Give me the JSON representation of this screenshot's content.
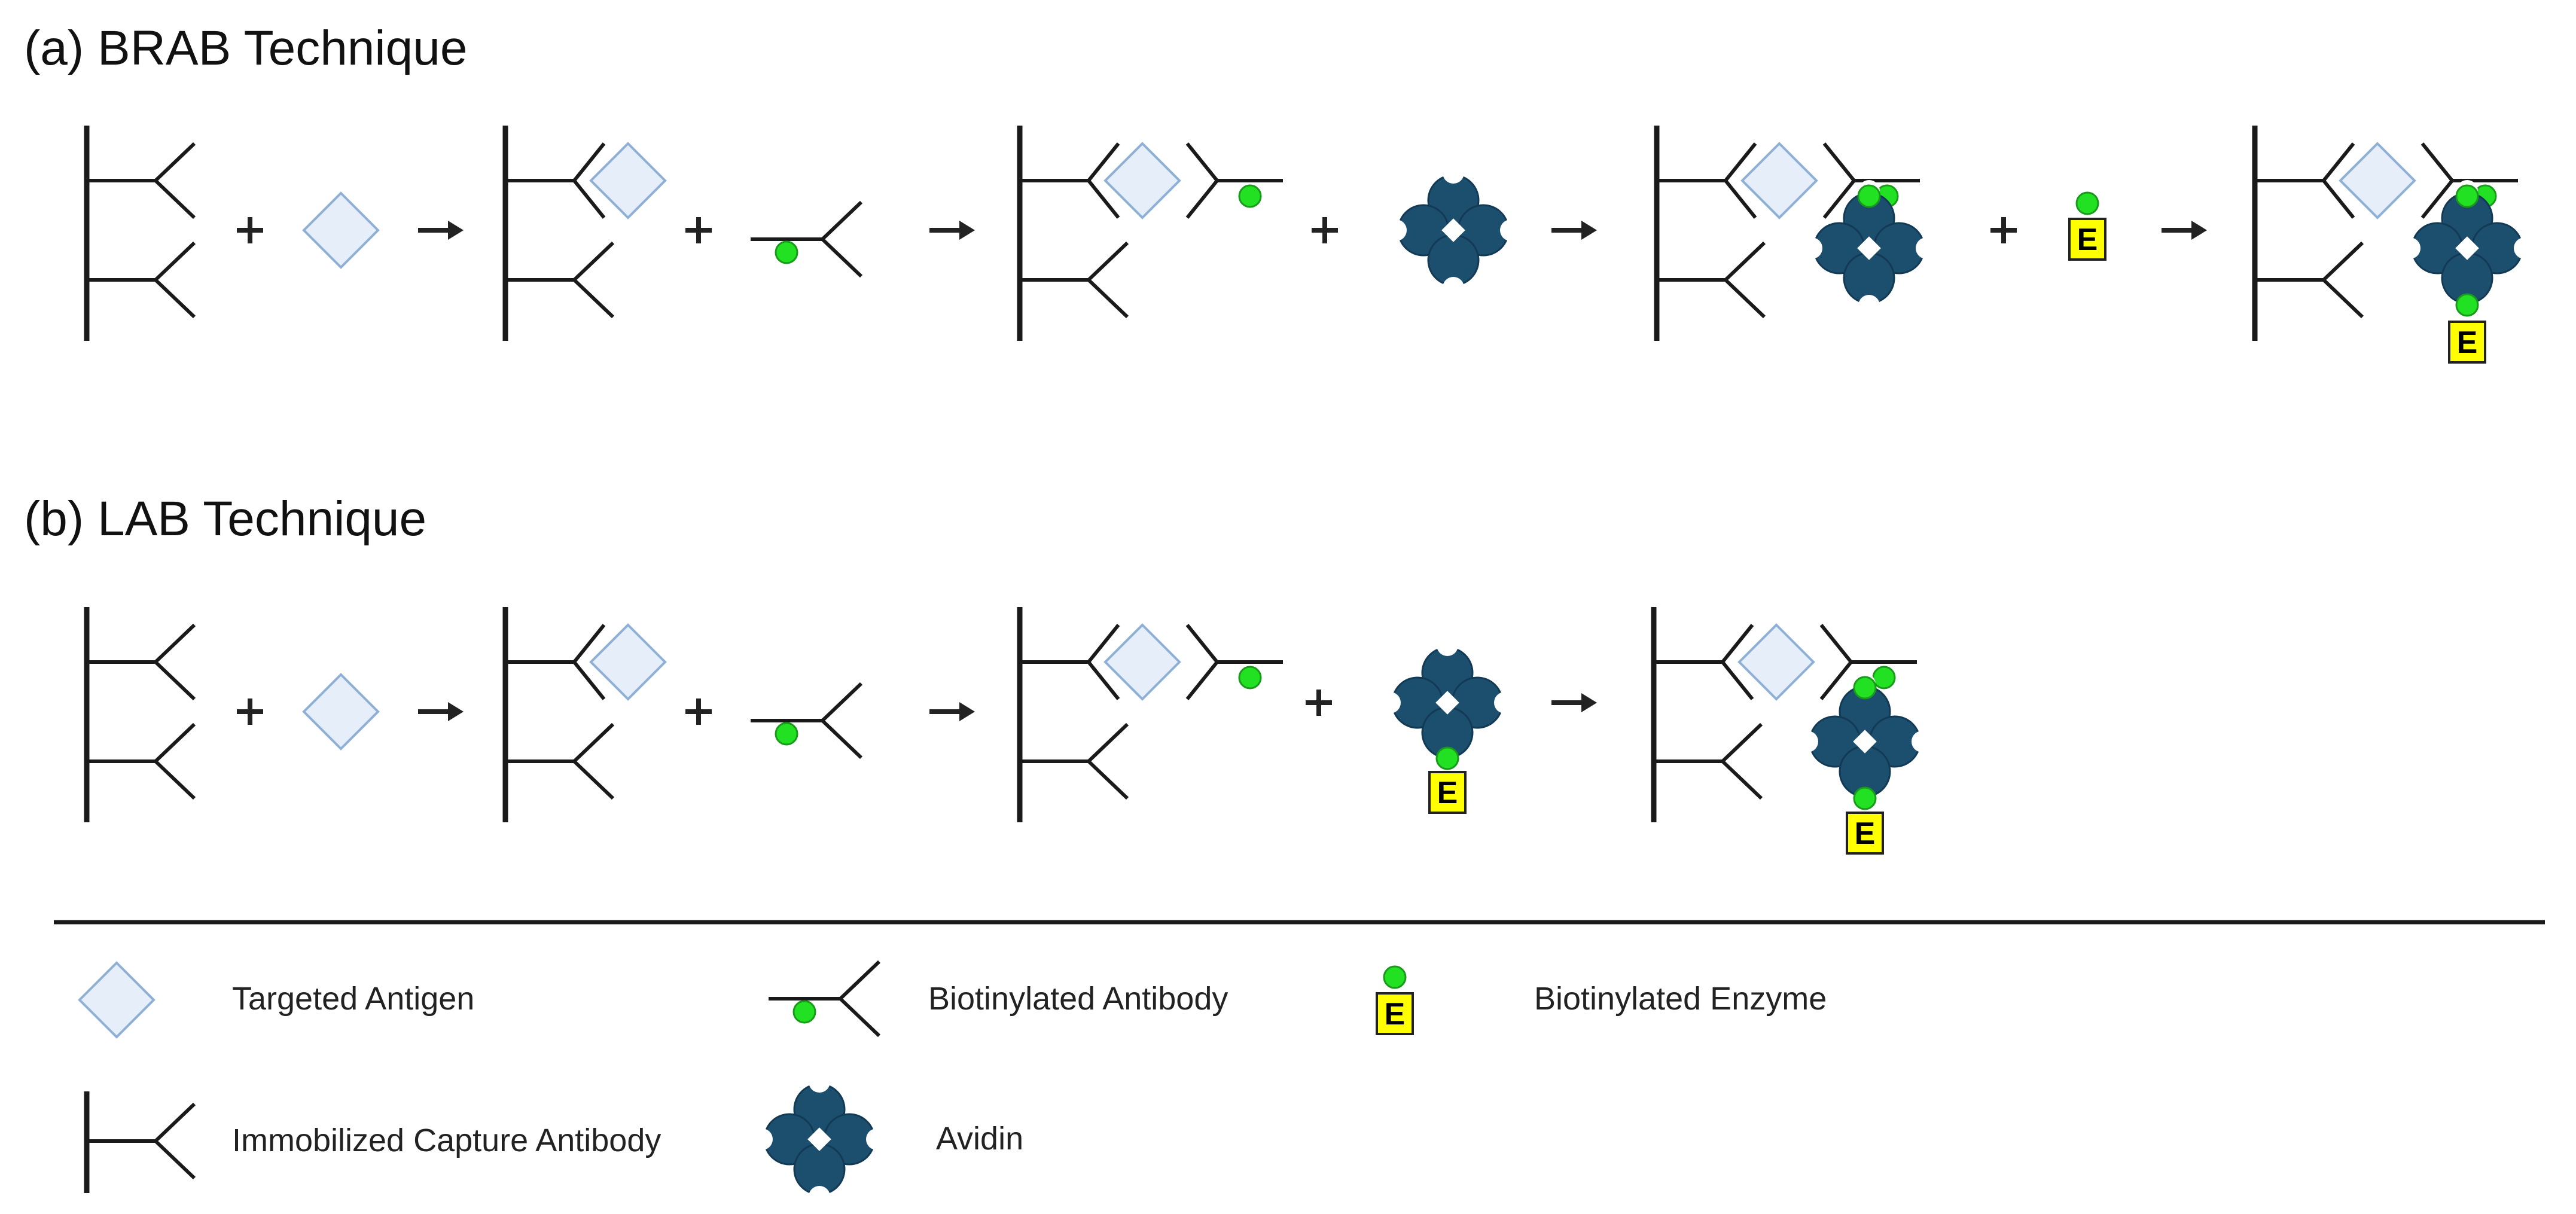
{
  "figure": {
    "sections": [
      {
        "id": "brab",
        "title": "(a) BRAB Technique"
      },
      {
        "id": "lab",
        "title": "(b) LAB Technique"
      }
    ],
    "legend": [
      {
        "key": "antigen",
        "label": "Targeted Antigen"
      },
      {
        "key": "biotinylated_antibody",
        "label": "Biotinylated Antibody"
      },
      {
        "key": "biotinylated_enzyme",
        "label": "Biotinylated Enzyme"
      },
      {
        "key": "capture_antibody",
        "label": "Immobilized Capture Antibody"
      },
      {
        "key": "avidin",
        "label": "Avidin"
      }
    ],
    "enzyme_letter": "E",
    "colors": {
      "line": "#1a1a1a",
      "antigen_fill": "#e6eefa",
      "antigen_stroke": "#8fb0d6",
      "biotin": "#22e022",
      "biotin_stroke": "#1a9a1a",
      "avidin": "#1c4e6e",
      "avidin_dark": "#133a54",
      "enzyme_fill": "#ffff00",
      "enzyme_stroke": "#222222"
    }
  }
}
